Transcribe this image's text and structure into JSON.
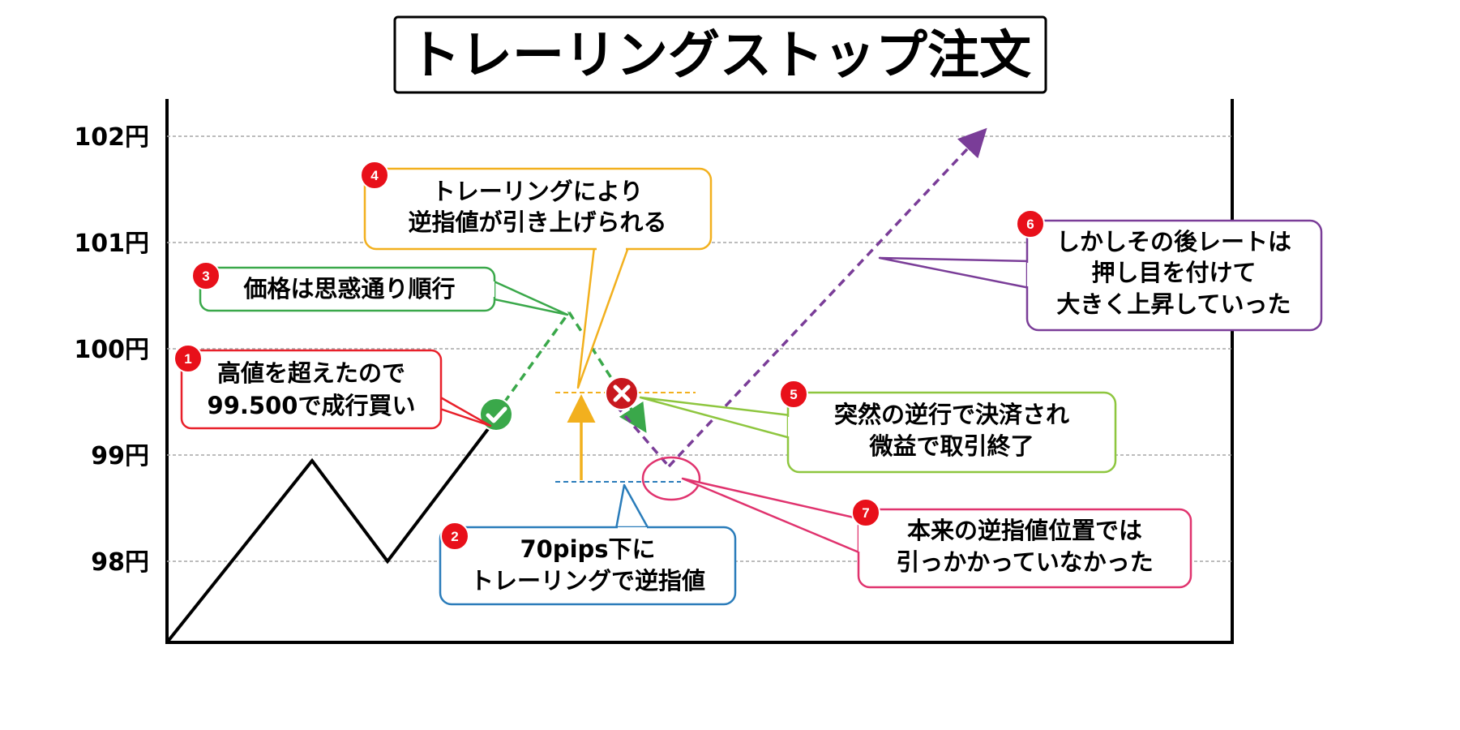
{
  "title": "トレーリングストップ注文",
  "colors": {
    "step1": "#e8202a",
    "step2": "#2a7cba",
    "step3": "#3aa84a",
    "step4": "#f2b01e",
    "step5": "#8ec63f",
    "step6": "#7a3d98",
    "step7": "#e0336e",
    "badge": "#e8101a",
    "gridline": "#a6a6a6",
    "axis": "#000000"
  },
  "chart_data": {
    "type": "line",
    "y_ticks": [
      "102円",
      "101円",
      "100円",
      "99円",
      "98円"
    ],
    "y_values": [
      102,
      101,
      100,
      99,
      98
    ],
    "ylim": [
      97.3,
      102.3
    ],
    "grid": true
  },
  "levels": {
    "entry": 99.5,
    "trailing_stop_initial": 98.8,
    "trailing_stop_raised": 99.65,
    "peak": 100.4,
    "low_after_stop": 98.9,
    "final": 102.0
  },
  "callouts": [
    {
      "badge": "1",
      "lines": [
        "高値を超えたので",
        "99.500で成行買い"
      ]
    },
    {
      "badge": "2",
      "lines": [
        "70pips下に",
        "トレーリングで逆指値"
      ]
    },
    {
      "badge": "3",
      "lines": [
        "価格は思惑通り順行"
      ]
    },
    {
      "badge": "4",
      "lines": [
        "トレーリングにより",
        "逆指値が引き上げられる"
      ]
    },
    {
      "badge": "5",
      "lines": [
        "突然の逆行で決済され",
        "微益で取引終了"
      ]
    },
    {
      "badge": "6",
      "lines": [
        "しかしその後レートは",
        "押し目を付けて",
        "大きく上昇していった"
      ]
    },
    {
      "badge": "7",
      "lines": [
        "本来の逆指値位置では",
        "引っかかっていなかった"
      ]
    }
  ],
  "icons": {
    "entry_marker": "check-circle-icon",
    "stop_marker": "x-circle-icon"
  }
}
